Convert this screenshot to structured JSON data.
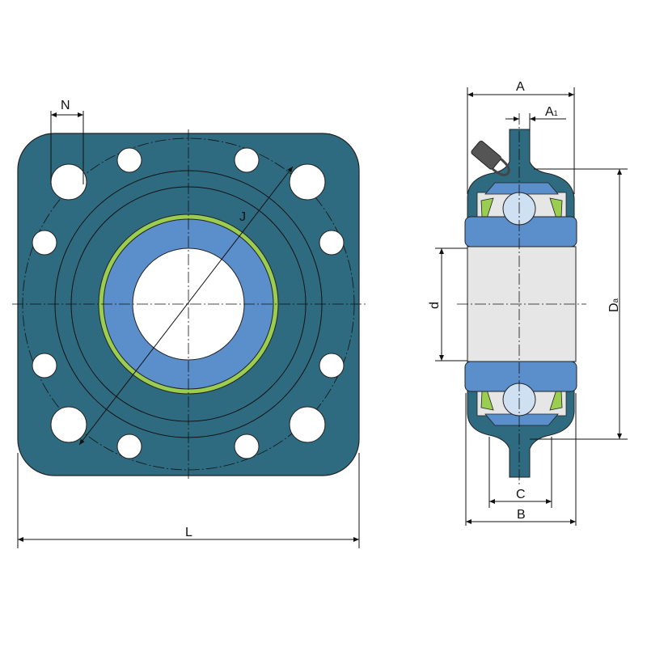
{
  "title": "Square flanged bearing unit with grease nipple - dimension drawing",
  "colors": {
    "housing": "#2e6b80",
    "insert_ring": "#5b8fcc",
    "seal": "#9acd50",
    "shaft": "#e6e6e6",
    "ball": "#cfe0f2"
  },
  "labels": {
    "N": "N",
    "J": "J",
    "L": "L",
    "A": "A",
    "A1_main": "A",
    "A1_sub": "1",
    "Da_main": "D",
    "Da_sub": "a",
    "d": "d",
    "C": "C",
    "B": "B"
  }
}
